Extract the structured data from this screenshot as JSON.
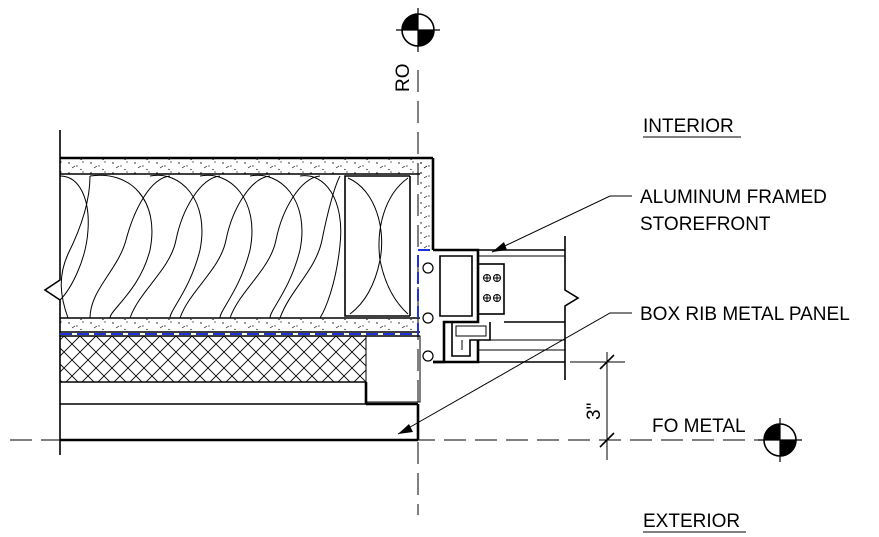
{
  "labels": {
    "interior": "INTERIOR",
    "exterior": "EXTERIOR",
    "aluminum_line1": "ALUMINUM FRAMED",
    "aluminum_line2": "STOREFRONT",
    "metal_panel": "BOX RIB METAL PANEL",
    "fo_metal": "FO METAL",
    "ro": "RO",
    "dimension": "3\""
  },
  "colors": {
    "linework": "#000000",
    "air_barrier": "#1f33d9",
    "background": "#ffffff"
  }
}
